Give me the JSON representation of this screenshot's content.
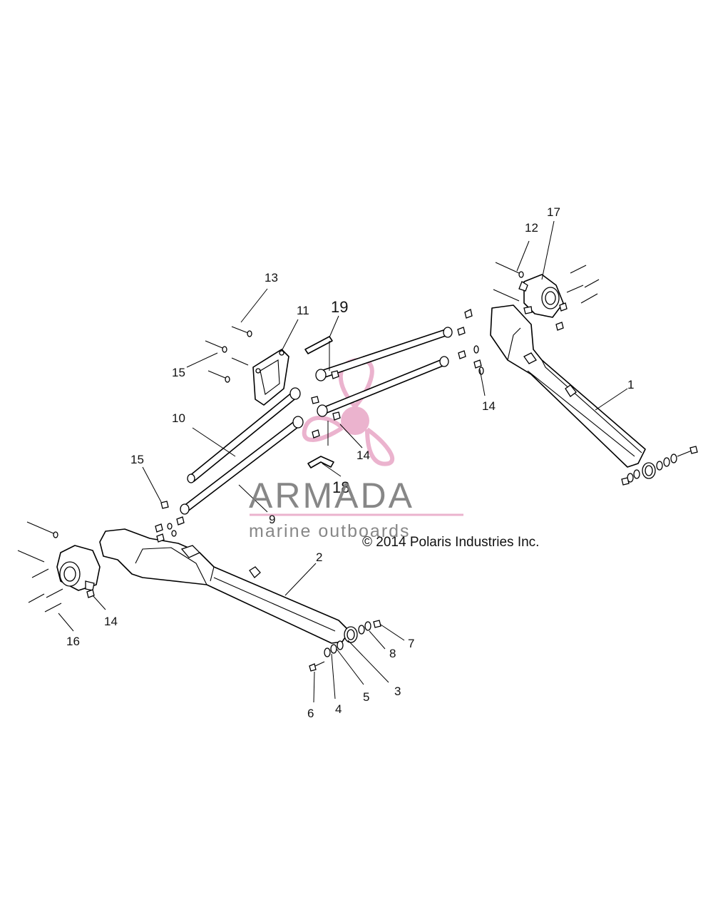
{
  "callouts": {
    "c1": "1",
    "c2": "2",
    "c3": "3",
    "c4": "4",
    "c5": "5",
    "c6": "6",
    "c7": "7",
    "c8": "8",
    "c9": "9",
    "c10": "10",
    "c11": "11",
    "c12": "12",
    "c13": "13",
    "c14a": "14",
    "c14b": "14",
    "c14c": "14",
    "c15a": "15",
    "c15b": "15",
    "c16": "16",
    "c17": "17",
    "c18": "18",
    "c19": "19"
  },
  "copyright": "© 2014 Polaris Industries Inc.",
  "watermark": {
    "title": "ARMADA",
    "subtitle": "marine outboards",
    "title_color": "#7a7a7a",
    "accent_color": "#e8a6c6"
  }
}
